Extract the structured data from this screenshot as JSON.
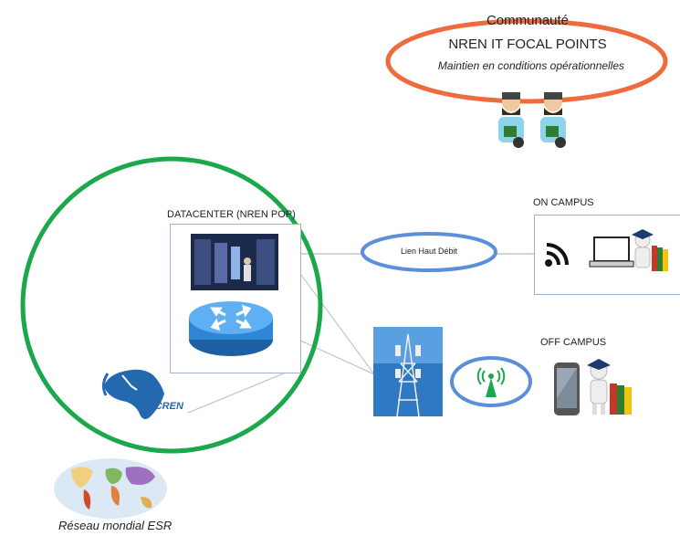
{
  "community": {
    "line1": "Communauté",
    "line2": "NREN IT FOCAL POINTS",
    "line3": "Maintien en conditions opérationnelles"
  },
  "datacenter": {
    "label": "DATACENTER (NREN POP)"
  },
  "link": {
    "label": "Lien Haut Débit"
  },
  "on_campus": {
    "label": "ON CAMPUS"
  },
  "off_campus": {
    "label": "OFF CAMPUS"
  },
  "wacren": {
    "logo_text": "WACREN"
  },
  "world": {
    "label": "Réseau mondial ESR"
  },
  "colors": {
    "community_ellipse": "#ee6b3d",
    "datacenter_circle": "#1aa84a",
    "link_ellipse": "#5b8fd9",
    "box_border": "#9db3d4",
    "router": "#2f86d6"
  },
  "icons": [
    "it-crew-person-icon",
    "server-room-icon",
    "router-icon",
    "wifi-icon",
    "laptop-icon",
    "graduate-books-icon",
    "cell-tower-icon",
    "antenna-signal-icon",
    "smartphone-icon",
    "africa-map-icon",
    "world-map-icon"
  ]
}
